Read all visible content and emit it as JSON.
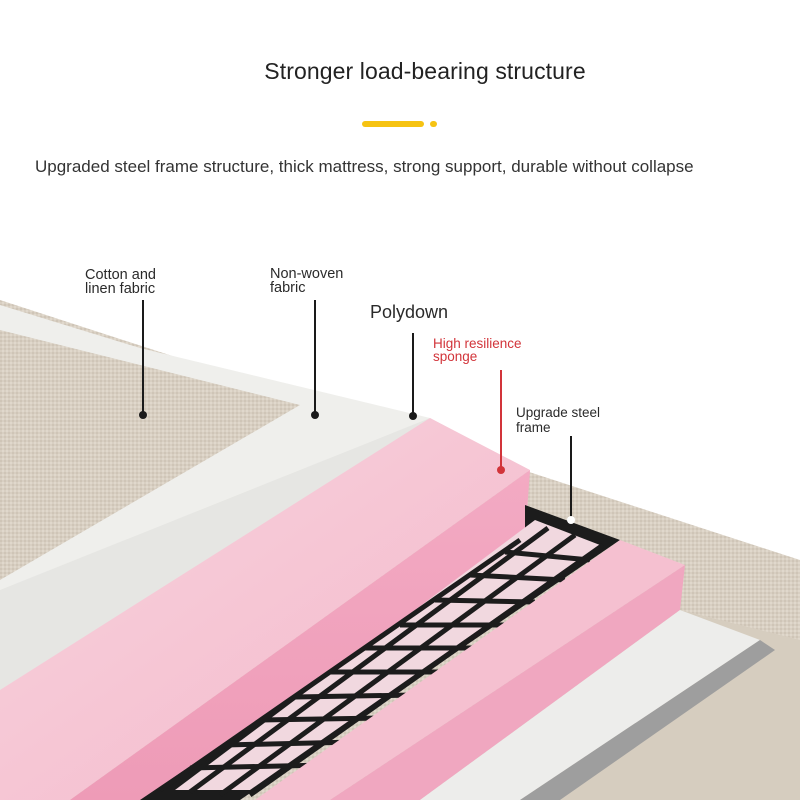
{
  "header": {
    "title": "Stronger load-bearing structure",
    "subtitle": "Upgraded steel frame structure, thick mattress, strong support, durable without collapse",
    "accent_color": "#f6c312"
  },
  "layers": [
    {
      "label": "Cotton and\nlinen fabric",
      "color": "#2a2a2a"
    },
    {
      "label": "Non-woven\nfabric",
      "color": "#2a2a2a"
    },
    {
      "label": "Polydown",
      "color": "#2a2a2a"
    },
    {
      "label": "High resilience\nsponge",
      "color": "#d2343a"
    },
    {
      "label": "Upgrade steel\nframe",
      "color": "#2a2a2a"
    }
  ],
  "colors": {
    "fabric": "#d9d0c3",
    "nonwoven": "#ececea",
    "sponge": "#f2a8c2",
    "steel_frame": "#1c1c1c"
  }
}
